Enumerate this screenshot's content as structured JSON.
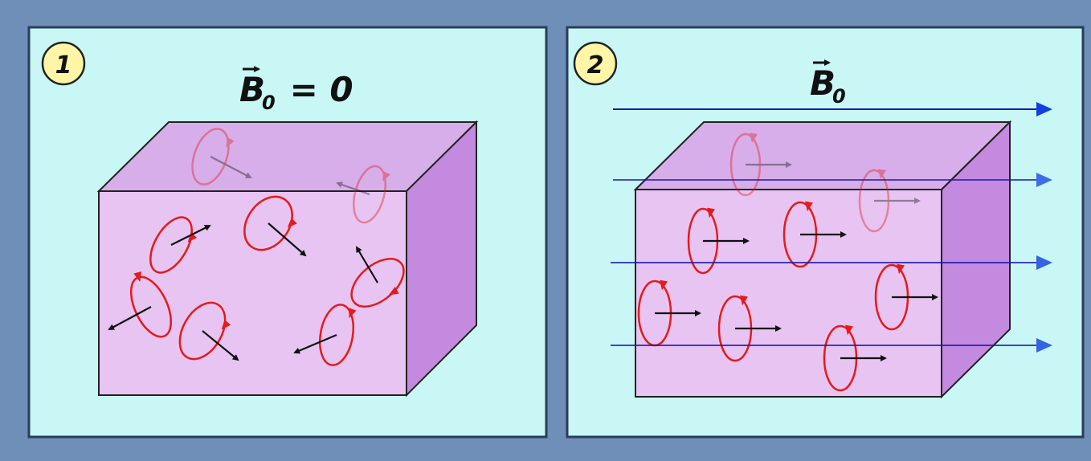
{
  "panels": [
    {
      "badge": "1",
      "label_main": "B",
      "label_sub": "0",
      "label_suffix": " = 0",
      "field_applied": false
    },
    {
      "badge": "2",
      "label_main": "B",
      "label_sub": "0",
      "label_suffix": "",
      "field_applied": true
    }
  ],
  "colors": {
    "outer_background": "#6f8fb8",
    "panel_background": "#c8f7f5",
    "badge_fill": "#fff5a6",
    "box_front": "#e7c4f2",
    "box_top": "#d7aee9",
    "box_side": "#c38ae0",
    "spin_loop": "#e51a1a",
    "moment_arrow": "#111111",
    "field_line": "#1a1aa8",
    "field_arrowhead": "#1040e0"
  }
}
